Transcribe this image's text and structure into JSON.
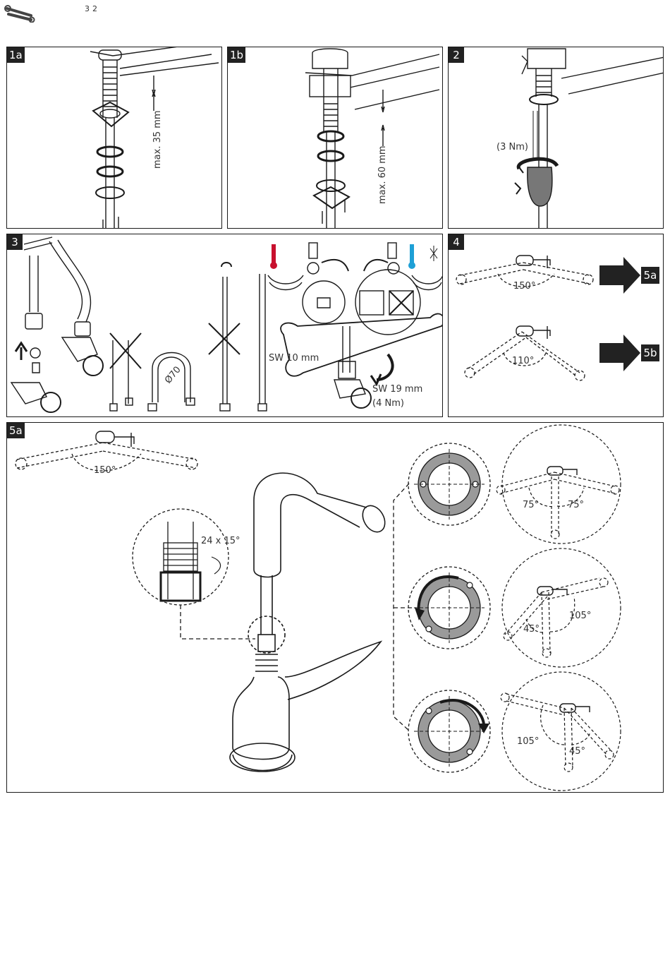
{
  "header": {
    "page_number": "32",
    "icon": "wrench-icon"
  },
  "panels": {
    "p1a": {
      "tag": "1a",
      "dimension": "max. 35 mm"
    },
    "p1b": {
      "tag": "1b",
      "dimension": "max. 60 mm"
    },
    "p2": {
      "tag": "2",
      "torque": "(3 Nm)"
    },
    "p3": {
      "tag": "3",
      "diameter": "Ø70",
      "wrench_small": "SW 10 mm",
      "wrench_large": "SW 19 mm",
      "torque": "(4 Nm)"
    },
    "p4": {
      "tag": "4",
      "angle_a": "150°",
      "angle_b": "110°",
      "next_a": "5a",
      "next_b": "5b"
    },
    "p5a": {
      "tag": "5a",
      "angle_top": "150°",
      "gear": "24 x 15°",
      "pos1": {
        "left": "75°",
        "right": "75°"
      },
      "pos2": {
        "left": "45°",
        "right": "105°"
      },
      "pos3": {
        "left": "105°",
        "right": "45°"
      }
    }
  },
  "colors": {
    "hot": "#c8102e",
    "cold": "#1ea0d6",
    "ink": "#1a1a1a",
    "ring": "#9a9a9a"
  }
}
